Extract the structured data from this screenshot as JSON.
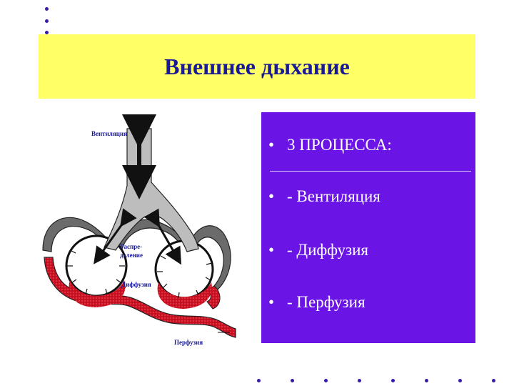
{
  "slide": {
    "title": "Внешнее дыхание",
    "bullet_char": "•"
  },
  "diagram": {
    "labels": {
      "ventilation": "Вентиляция",
      "distribution_line1": "Распре-",
      "distribution_line2": "деление",
      "diffusion": "Диффузия",
      "perfusion": "Перфузия"
    }
  },
  "panel": {
    "items": [
      {
        "text": "3 ПРОЦЕССА:"
      },
      {
        "text": "- Вентиляция"
      },
      {
        "text": "- Диффузия"
      },
      {
        "text": "- Перфузия"
      }
    ]
  },
  "colors": {
    "title_band": "#ffff66",
    "title_text": "#1a1a99",
    "panel": "#6a14e6",
    "blood": "#cc1122",
    "vessel_dark": "#6b6b6b",
    "airway": "#bdbdbd"
  }
}
